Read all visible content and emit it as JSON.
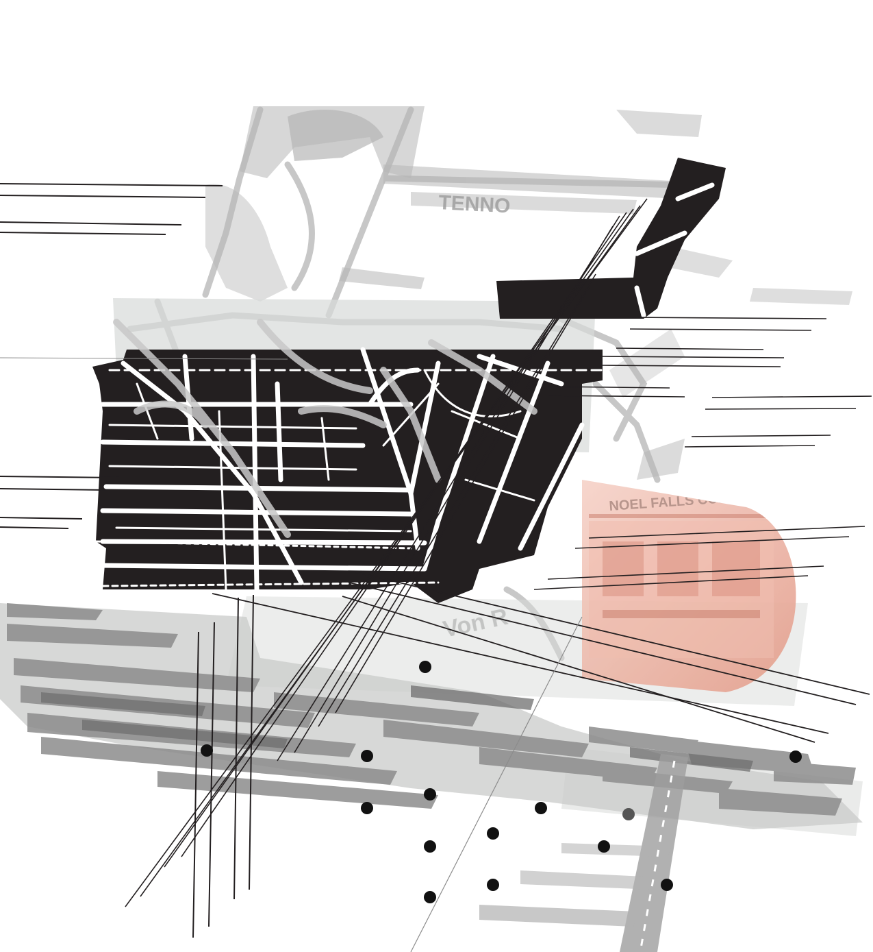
{
  "artwork": {
    "type": "abstract map collage",
    "palette": {
      "background": "#ffffff",
      "ink": "#231f20",
      "map_gray": "#a9a9a9",
      "light_gray": "#d8dbd9",
      "mid_gray": "#8c8c8c",
      "photo_tint": "#e8a090",
      "photo_tint_light": "#f3c9bd"
    },
    "texts": {
      "cafe_sign": "NOEL FALLS COFFEE",
      "map_label_1": "TENNO",
      "map_label_2": "Von R"
    }
  }
}
